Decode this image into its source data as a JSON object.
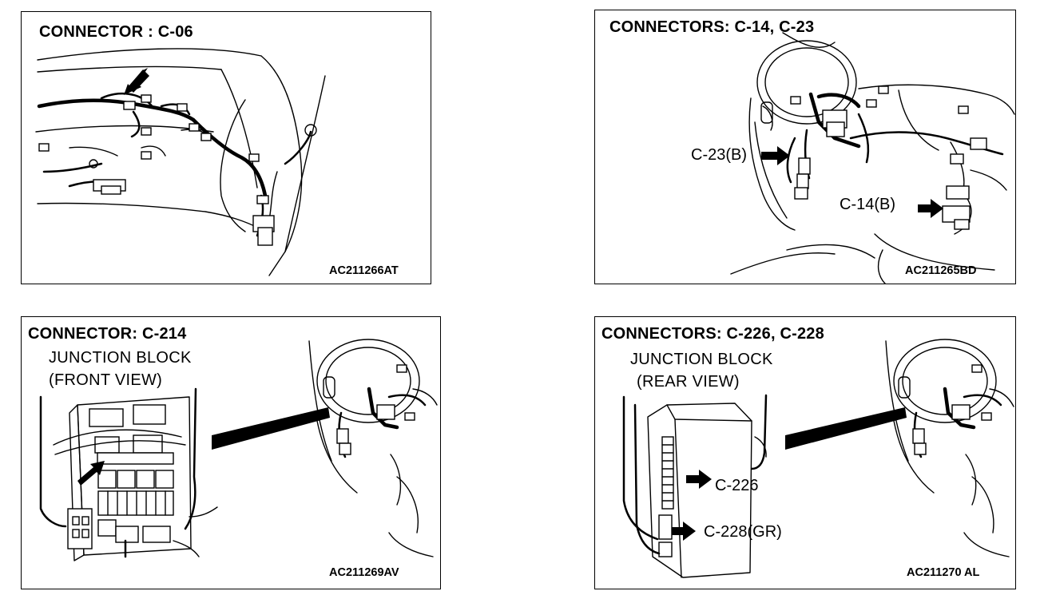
{
  "panels": [
    {
      "title": "CONNECTOR : C-06",
      "code": "AC211266AT"
    },
    {
      "title": "CONNECTORS: C-14, C-23",
      "code": "AC211265BD",
      "labels": {
        "c23": "C-23(B)",
        "c14": "C-14(B)"
      }
    },
    {
      "title": "CONNECTOR: C-214",
      "code": "AC211269AV",
      "sub": {
        "line1": "JUNCTION BLOCK",
        "line2": "(FRONT VIEW)"
      }
    },
    {
      "title": "CONNECTORS: C-226, C-228",
      "code": "AC211270 AL",
      "sub": {
        "line1": "JUNCTION BLOCK",
        "line2": "(REAR VIEW)"
      },
      "labels": {
        "c226": "C-226",
        "c228": "C-228(GR)"
      }
    }
  ]
}
